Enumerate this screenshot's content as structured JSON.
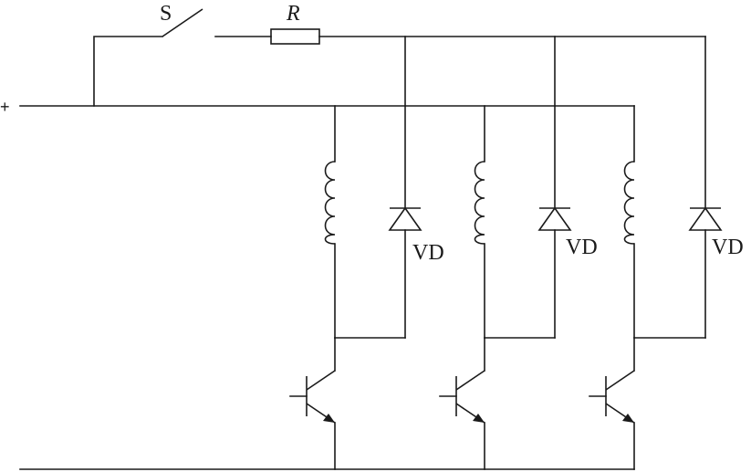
{
  "labels": {
    "switch": "S",
    "resistor": "R",
    "positive": "+",
    "diode_1": "VD",
    "diode_2": "VD",
    "diode_3": "VD"
  }
}
